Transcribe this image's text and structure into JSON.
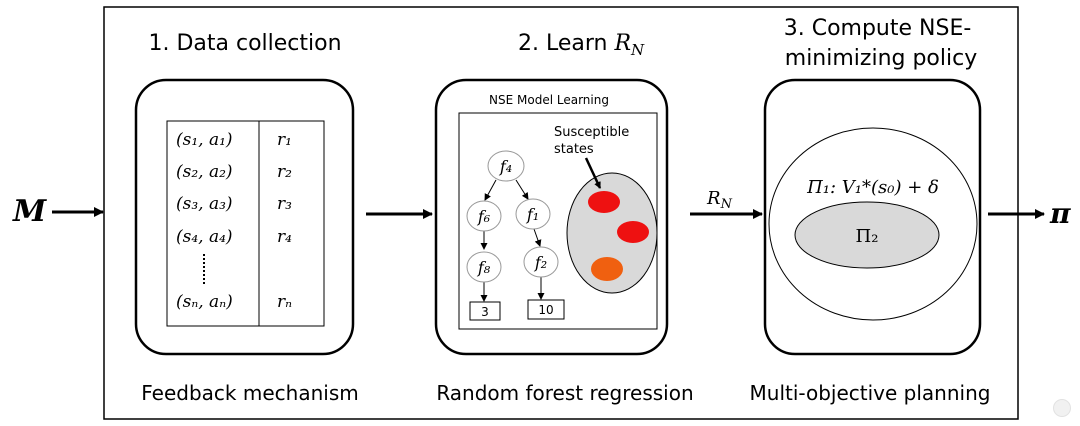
{
  "inputs": {
    "m": "M",
    "pi": "π"
  },
  "stage1": {
    "title": "1. Data collection",
    "footer": "Feedback mechanism",
    "rows": [
      {
        "pair": "(s₁, a₁)",
        "r": "r₁"
      },
      {
        "pair": "(s₂, a₂)",
        "r": "r₂"
      },
      {
        "pair": "(s₃, a₃)",
        "r": "r₃"
      },
      {
        "pair": "(s₄, a₄)",
        "r": "r₄"
      },
      {
        "pair": "(sₙ, aₙ)",
        "r": "rₙ"
      }
    ]
  },
  "stage2": {
    "title_text": "2. Learn ",
    "title_var": "R",
    "title_sub": "N",
    "inner_title": "NSE Model Learning",
    "susceptible_line1": "Susceptible",
    "susceptible_line2": "states",
    "footer": "Random forest regression",
    "nodes": {
      "f4": "f₄",
      "f6": "f₆",
      "f1": "f₁",
      "f8": "f₈",
      "f2": "f₂",
      "leaf_left": "3",
      "leaf_right": "10"
    },
    "colors": {
      "blob_red": "#ee1111",
      "blob_orange": "#f06010",
      "region_fill": "#d9d9d9"
    }
  },
  "edge_label": {
    "var": "R",
    "sub": "N"
  },
  "stage3": {
    "title_line1": "3. Compute NSE-",
    "title_line2": "minimizing policy",
    "pi1": "Π₁: V₁*(s₀) + δ",
    "pi2": "Π₂",
    "footer": "Multi-objective planning"
  }
}
